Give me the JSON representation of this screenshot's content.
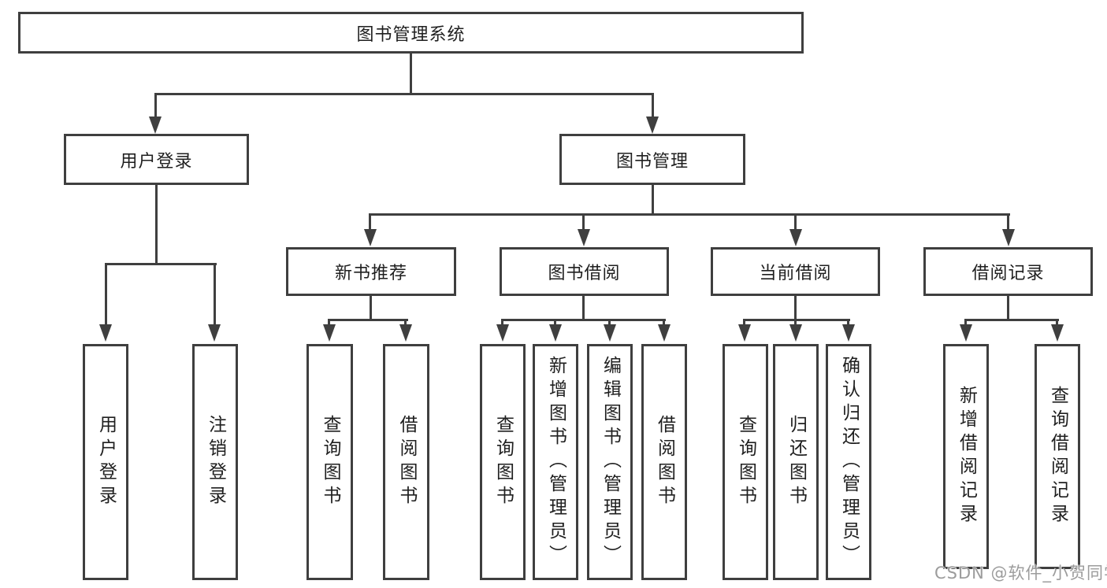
{
  "diagram": {
    "title": "图书管理系统",
    "root": {
      "label": "图书管理系统"
    },
    "level2": [
      {
        "label": "用户登录",
        "children": [
          {
            "label": "用户登录"
          },
          {
            "label": "注销登录"
          }
        ]
      },
      {
        "label": "图书管理",
        "children": [
          {
            "label": "新书推荐",
            "children": [
              {
                "label": "查询图书"
              },
              {
                "label": "借阅图书"
              }
            ]
          },
          {
            "label": "图书借阅",
            "children": [
              {
                "label": "查询图书"
              },
              {
                "label": "新增图书（管理员）"
              },
              {
                "label": "编辑图书（管理员）"
              },
              {
                "label": "借阅图书"
              }
            ]
          },
          {
            "label": "当前借阅",
            "children": [
              {
                "label": "查询图书"
              },
              {
                "label": "归还图书"
              },
              {
                "label": "确认归还（管理员）"
              }
            ]
          },
          {
            "label": "借阅记录",
            "children": [
              {
                "label": "新增借阅记录"
              },
              {
                "label": "查询借阅记录"
              }
            ]
          }
        ]
      }
    ],
    "watermark": "CSDN @软件_小贺同学",
    "colors": {
      "line": "#3f3f3f",
      "text": "#1f1f1f",
      "watermark": "#9c9c9c",
      "background": "#ffffff"
    }
  }
}
